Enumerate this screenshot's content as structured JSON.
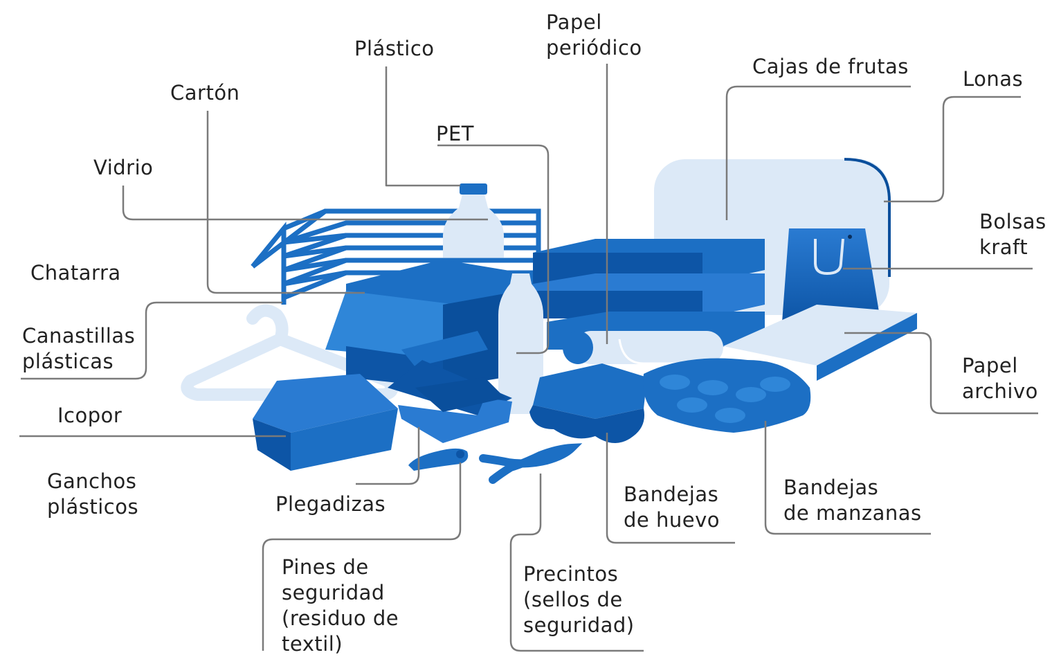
{
  "labels": {
    "papel_periodico": "Papel\nperiódico",
    "plastico": "Plástico",
    "cajas_de_frutas": "Cajas de frutas",
    "lonas": "Lonas",
    "carton": "Cartón",
    "pet": "PET",
    "vidrio": "Vidrio",
    "bolsas_kraft": "Bolsas\nkraft",
    "chatarra": "Chatarra",
    "canastillas_plasticas": "Canastillas\nplásticas",
    "papel_archivo": "Papel\narchivo",
    "icopor": "Icopor",
    "ganchos_plasticos": "Ganchos\nplásticos",
    "plegadizas": "Plegadizas",
    "bandejas_de_huevo": "Bandejas\nde huevo",
    "bandejas_de_manzanas": "Bandejas\nde manzanas",
    "pines_de_seguridad": "Pines de\nseguridad\n(residuo de\ntextil)",
    "precintos": "Precintos\n(sellos de\nseguridad)"
  },
  "colors": {
    "blue_dark": "#0a4f9c",
    "blue_mid": "#1c6fc4",
    "blue_light": "#3d8fe0",
    "pale": "#dce9f7",
    "leader": "#7a7a7a"
  }
}
